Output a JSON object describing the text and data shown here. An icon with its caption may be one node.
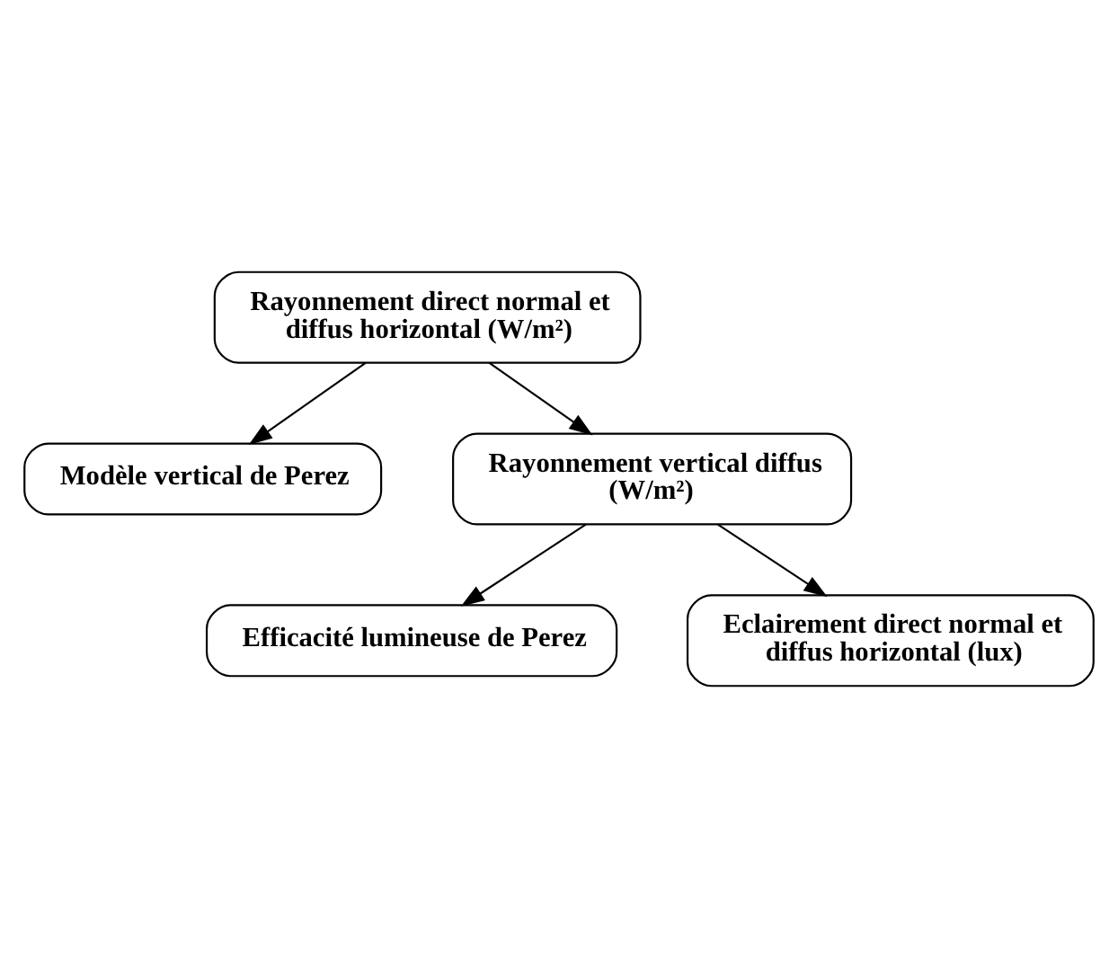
{
  "diagram": {
    "nodes": [
      {
        "text": [
          "Rayonnement direct normal et diffus horizontal (W/m²)"
        ]
      },
      {
        "text": [
          "Modèle vertical de Perez"
        ]
      },
      {
        "text": [
          "Rayonnement vertical diffus (W/m²)"
        ]
      },
      {
        "text": [
          "Efficacité lumineuse de Perez"
        ]
      },
      {
        "text": [
          "Eclairement direct normal et diffus horizontal (lux)"
        ]
      }
    ],
    "edges": [
      {
        "from": 0,
        "to": 1,
        "arrow": "to"
      },
      {
        "from": 0,
        "to": 2,
        "arrow": "to"
      },
      {
        "from": 2,
        "to": 3,
        "arrow": "to"
      },
      {
        "from": 2,
        "to": 4,
        "arrow": "to"
      }
    ]
  }
}
